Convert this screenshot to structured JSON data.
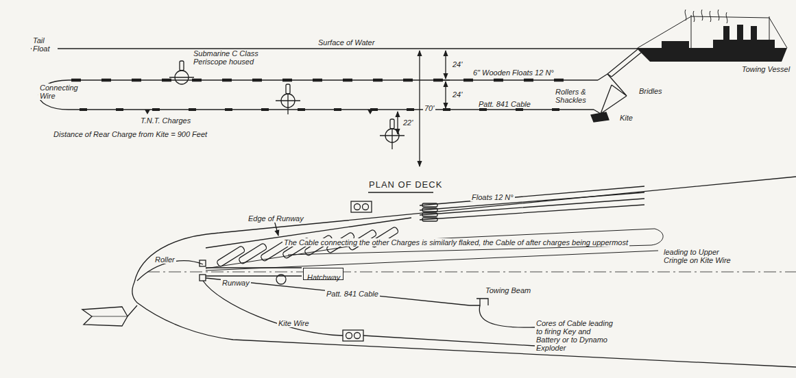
{
  "diagram": {
    "nodes": [
      {
        "text": [
          "Hatchway"
        ]
      }
    ],
    "labels": [
      "Surface of Water",
      "Tail Float",
      "Connecting Wire",
      "Submarine C Class Periscope housed",
      "T.N.T. Charges",
      "Distance of Rear Charge from Kite = 900 Feet",
      "24'",
      "24'",
      "70'",
      "22'",
      "6\" Wooden Floats 12 N°",
      "Patt. 841 Cable",
      "Rollers & Shackles",
      "Bridles",
      "Kite",
      "Towing Vessel",
      "PLAN OF DECK",
      "Floats 12 N°",
      "Edge of Runway",
      "The Cable connecting the other Charges is similarly flaked, the Cable of after charges being uppermost",
      "leading to Upper Cringle on Kite Wire",
      "Roller",
      "Runway",
      "Patt. 841 Cable",
      "Towing Beam",
      "Cores of Cable leading to firing Key and Battery or to Dynamo Exploder",
      "Kite Wire"
    ]
  }
}
